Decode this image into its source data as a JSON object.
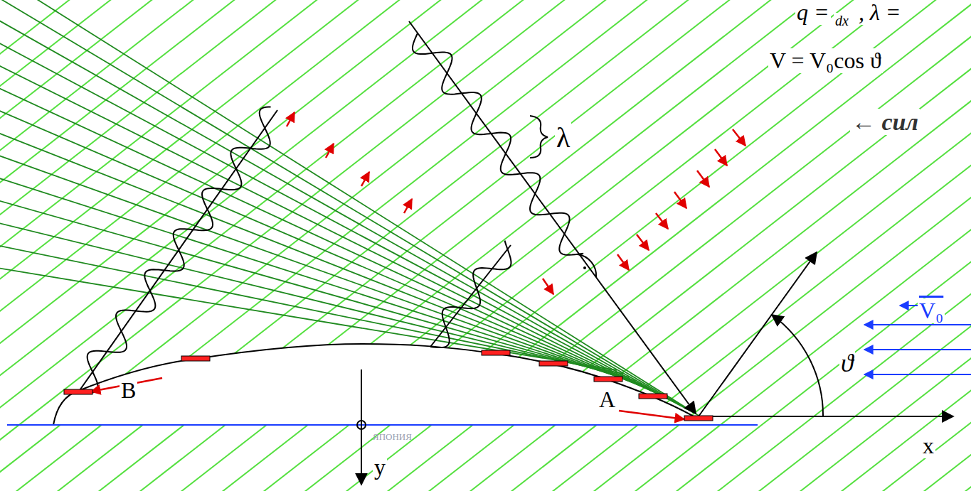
{
  "diagram": {
    "labels": [
      "q =",
      "dx",
      ", λ =",
      "V = V₀cos ϑ",
      "← сил",
      "λ",
      "V₀",
      "ϑ",
      "B",
      "A",
      "x",
      "y",
      "ЯПОНИЯ"
    ]
  }
}
